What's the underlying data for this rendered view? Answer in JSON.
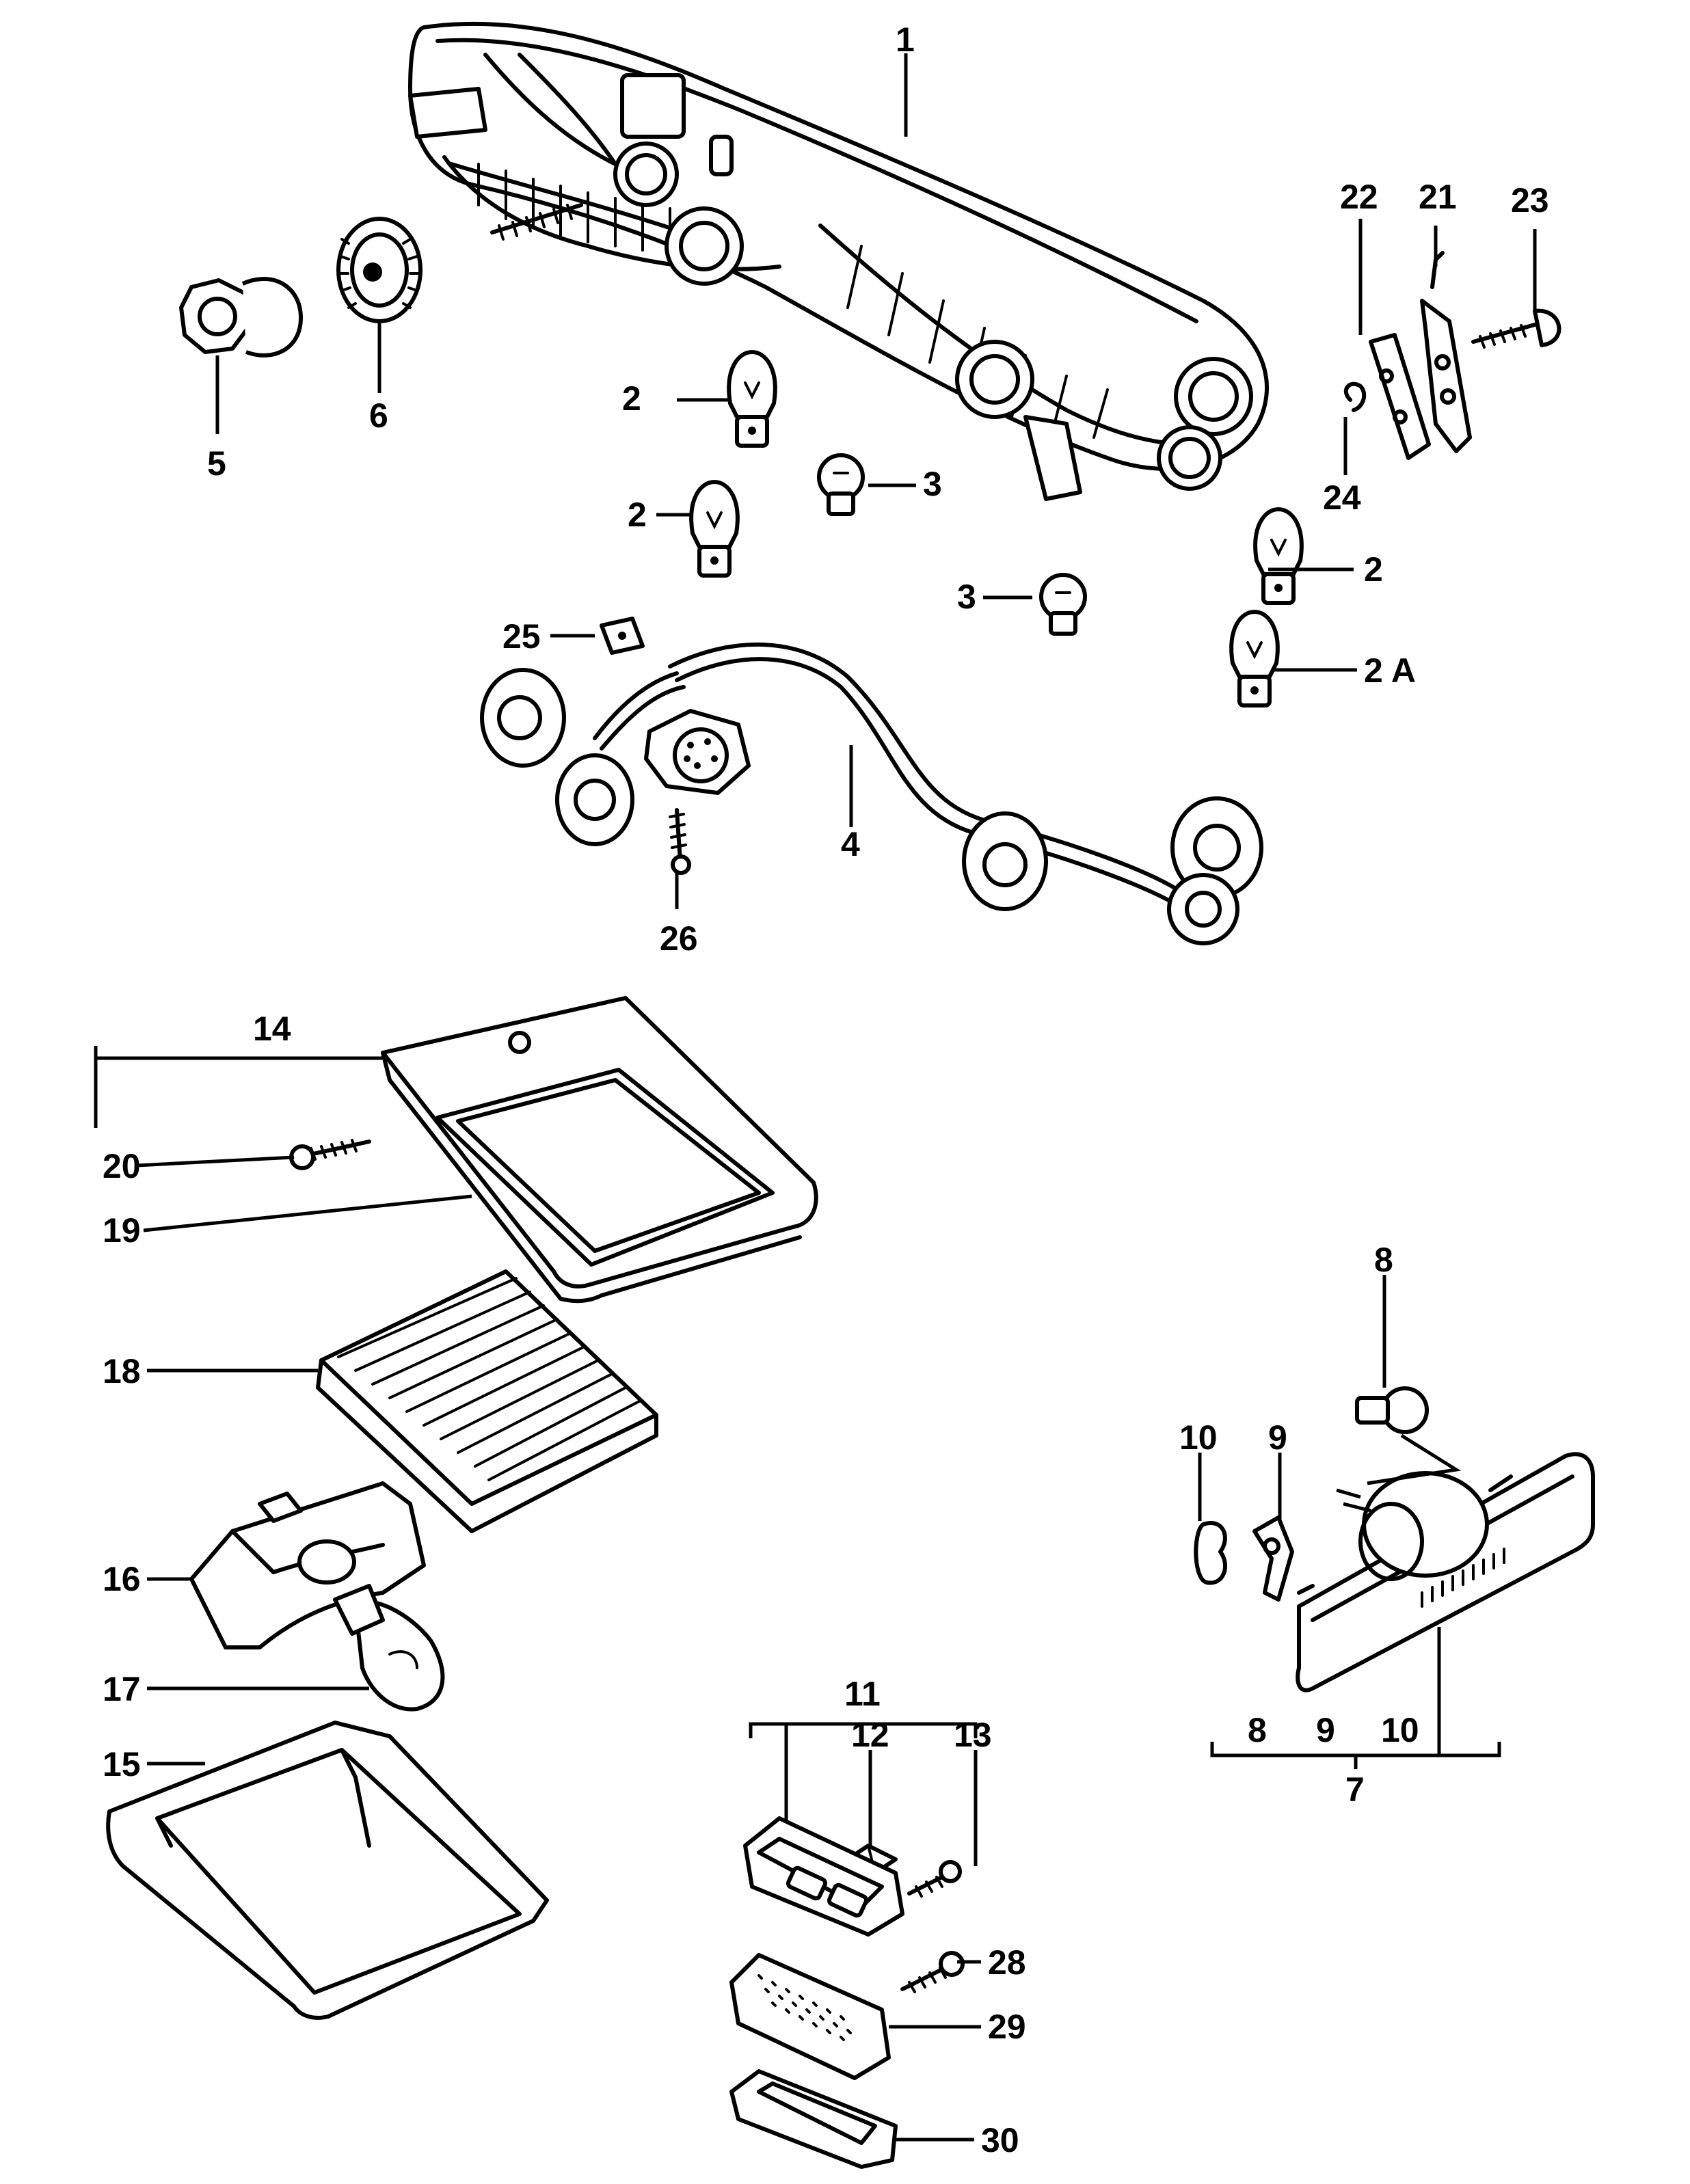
{
  "callouts": {
    "c1": "1",
    "c2a": "2",
    "c2b": "2",
    "c2c": "2",
    "c2A": "2 A",
    "c3a": "3",
    "c3b": "3",
    "c4": "4",
    "c5": "5",
    "c6": "6",
    "c7": "7",
    "c7_8": "8",
    "c7_9": "9",
    "c7_10": "10",
    "c8": "8",
    "c9": "9",
    "c10": "10",
    "c11": "11",
    "c12": "12",
    "c13": "13",
    "c14": "14",
    "c15": "15",
    "c16": "16",
    "c17": "17",
    "c18": "18",
    "c19": "19",
    "c20": "20",
    "c21": "21",
    "c22": "22",
    "c23": "23",
    "c24": "24",
    "c25": "25",
    "c26": "26",
    "c28": "28",
    "c29": "29",
    "c30": "30"
  }
}
